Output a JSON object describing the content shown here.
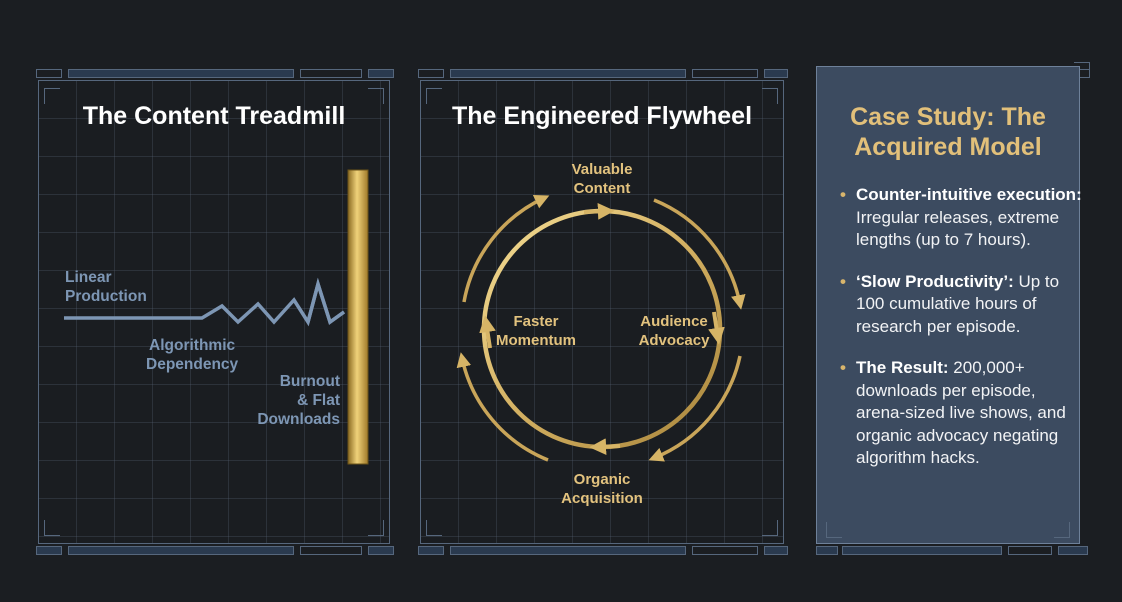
{
  "panels": {
    "treadmill": {
      "title": "The Content Treadmill",
      "labels": {
        "linear": [
          "Linear",
          "Production"
        ],
        "algorithmic": [
          "Algorithmic",
          "Dependency"
        ],
        "burnout": [
          "Burnout",
          "& Flat",
          "Downloads"
        ]
      }
    },
    "flywheel": {
      "title": "The Engineered Flywheel",
      "nodes": {
        "valuable": [
          "Valuable",
          "Content"
        ],
        "audience": [
          "Audience",
          "Advocacy"
        ],
        "organic": [
          "Organic",
          "Acquisition"
        ],
        "faster": [
          "Faster",
          "Momentum"
        ]
      }
    },
    "case_study": {
      "title_lines": [
        "Case Study: The",
        "Acquired Model"
      ],
      "bullets": [
        {
          "bold": "Counter-intuitive execution:",
          "text": " Irregular releases, extreme lengths (up to 7 hours)."
        },
        {
          "bold": "‘Slow Productivity’:",
          "text": " Up to 100 cumulative hours of research per episode."
        },
        {
          "bold": "The Result:",
          "text": " 200,000+ downloads per episode, arena-sized live shows, and organic advocacy negating algorithm hacks."
        }
      ]
    }
  },
  "colors": {
    "background": "#1b1e22",
    "frame": "#56677d",
    "blue_label": "#7d96b4",
    "gold": "#d8b56c",
    "case_panel": "#3c4b60"
  }
}
